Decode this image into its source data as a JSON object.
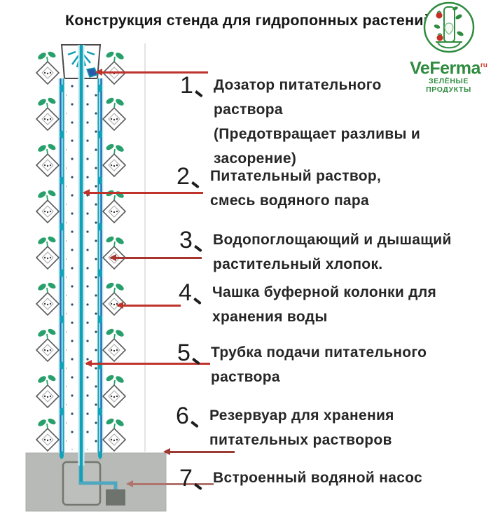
{
  "title": "Конструкция стенда для гидропонных растений",
  "logo": {
    "brand": "VeFerma",
    "tld": "ru",
    "tagline": "ЗЕЛЁНЫЕ ПРОДУКТЫ"
  },
  "legend": {
    "items": [
      {
        "num": "1",
        "lines": [
          "Дозатор питательного",
          "раствора",
          "(Предотвращает разливы и",
          "засорение)"
        ]
      },
      {
        "num": "2",
        "lines": [
          "Питательный раствор,",
          "смесь водяного пара"
        ]
      },
      {
        "num": "3",
        "lines": [
          "Водопоглощающий и дышащий",
          "растительный хлопок."
        ]
      },
      {
        "num": "4",
        "lines": [
          "Чашка буферной колонки для",
          "хранения воды"
        ]
      },
      {
        "num": "5",
        "lines": [
          "Трубка подачи питательного",
          "раствора"
        ]
      },
      {
        "num": "6",
        "lines": [
          "Резервуар для хранения",
          "питательных растворов"
        ]
      },
      {
        "num": "7",
        "lines": [
          "Встроенный водяной насос"
        ]
      }
    ]
  },
  "colors": {
    "arrow_red": "#c0332b",
    "arrow_dark_red": "#9c3b33",
    "arrow_pink": "#b1736d",
    "tower_teal": "#12a0b6",
    "wall_blue": "#1a6fb5",
    "leaf_green": "#28a06c",
    "logo_green": "#2e8b3f",
    "logo_ru_red": "#d03a2a",
    "reservoir_gray": "#b7bab6"
  }
}
